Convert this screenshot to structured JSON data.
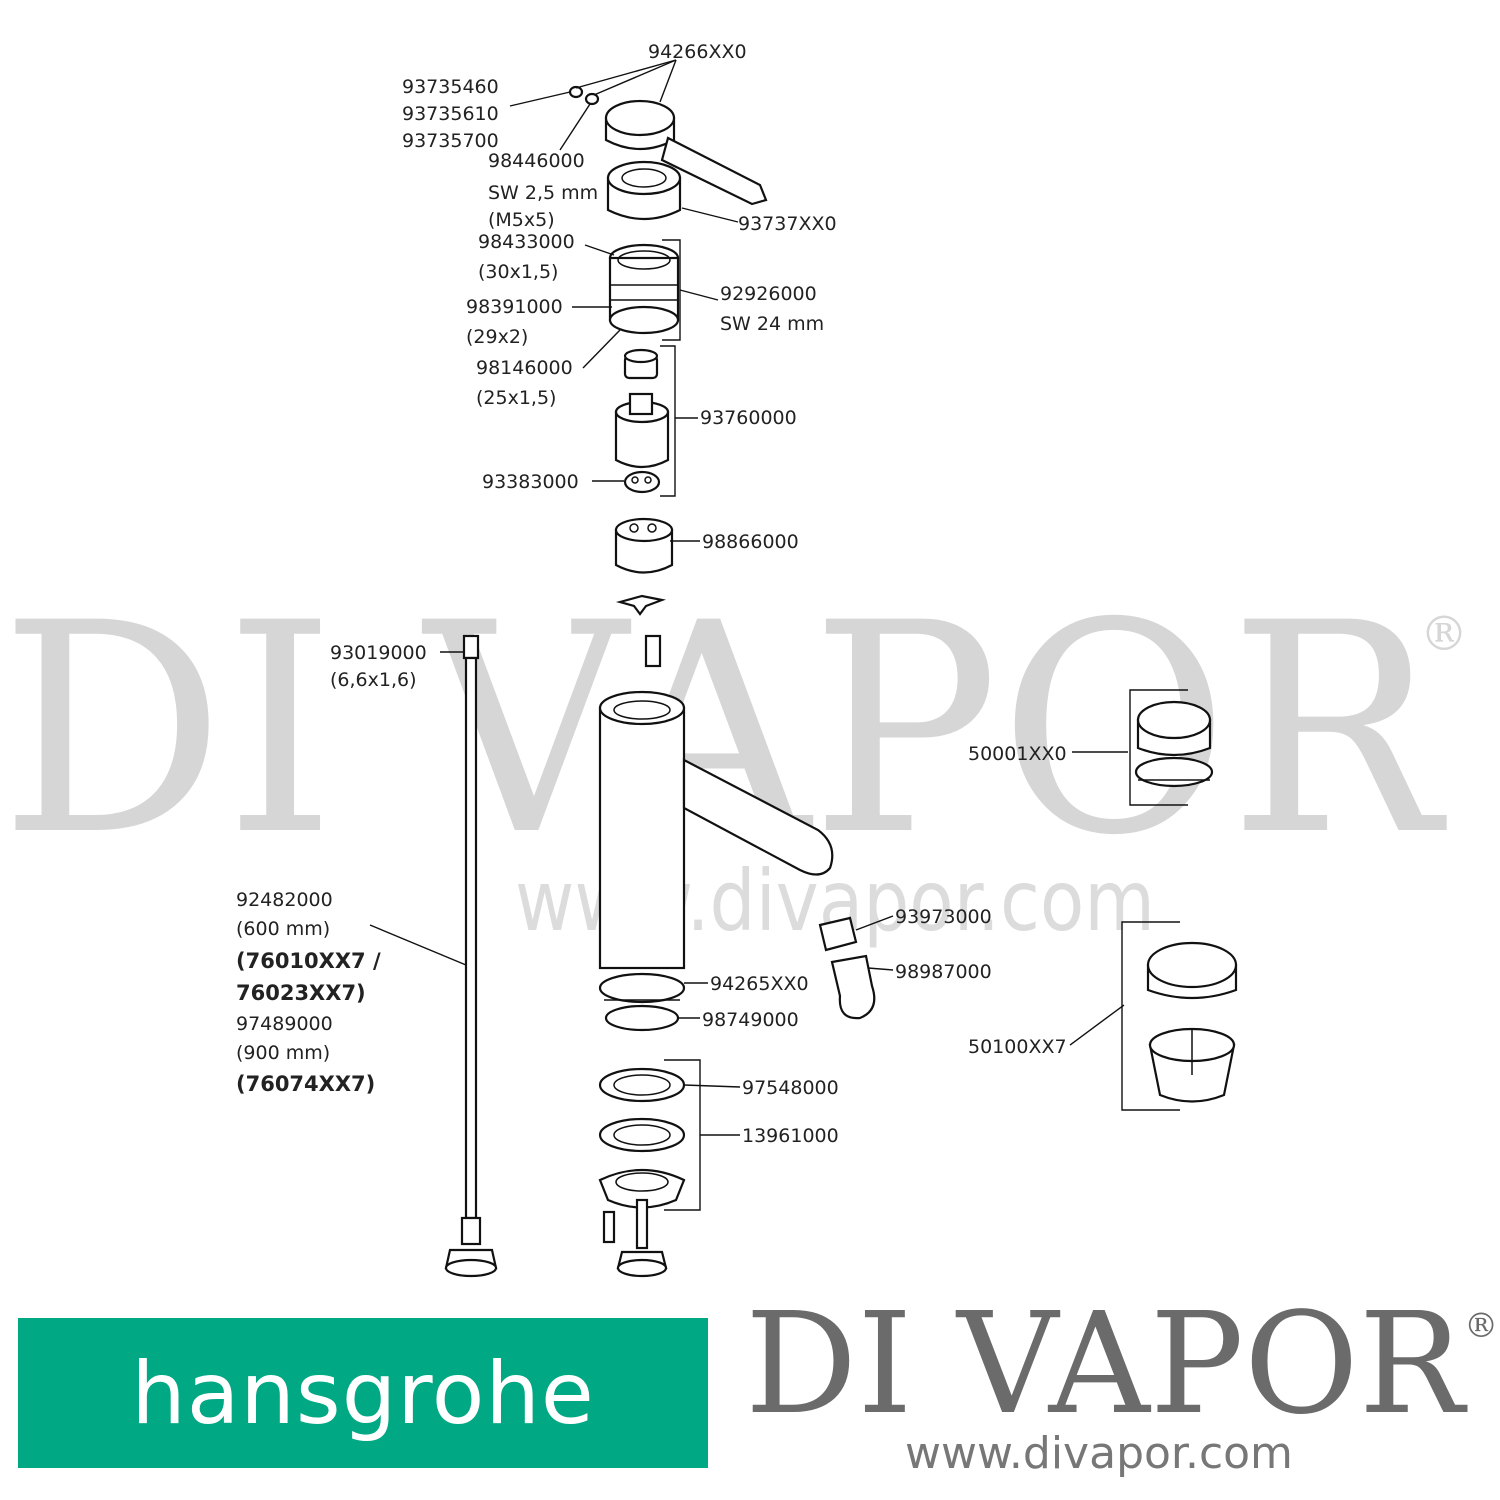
{
  "watermark": {
    "text": "DI VAPOR",
    "registered": "®",
    "url": "www.divapor.com"
  },
  "parts": {
    "handle_assembly": "94266XX0",
    "plug_1": "93735460",
    "plug_2": "93735610",
    "plug_3": "93735700",
    "grub_screw": "98446000",
    "grub_screw_spec_1": "SW 2,5 mm",
    "grub_screw_spec_2": "(M5x5)",
    "handle_base": "93737XX0",
    "o_ring_top": "98433000",
    "o_ring_top_size": "(30x1,5)",
    "bonnet": "92926000",
    "bonnet_spec": "SW 24 mm",
    "o_ring_mid": "98391000",
    "o_ring_mid_size": "(29x2)",
    "o_ring_low": "98146000",
    "o_ring_low_size": "(25x1,5)",
    "cartridge": "93760000",
    "seal_set": "93383000",
    "cartridge_insert": "98866000",
    "flexible_hose": "93019000",
    "flexible_hose_size": "(6,6x1,6)",
    "waste_1": "50001XX0",
    "aerator": "93973000",
    "aerator_key": "98987000",
    "waste_2": "50100XX7",
    "hose_long_1": "92482000",
    "hose_long_1_len": "(600 mm)",
    "hose_long_1_models_a": "(76010XX7 /",
    "hose_long_1_models_b": "76023XX7)",
    "hose_long_2": "97489000",
    "hose_long_2_len": "(900 mm)",
    "hose_long_2_models": "(76074XX7)",
    "base_rosette": "94265XX0",
    "base_seal": "98749000",
    "washer": "97548000",
    "fixing_set": "13961000"
  },
  "footer": {
    "brand": "hansgrohe",
    "brand_color": "#00a883",
    "logo": "DI VAPOR",
    "logo_reg": "®",
    "url": "www.divapor.com"
  }
}
